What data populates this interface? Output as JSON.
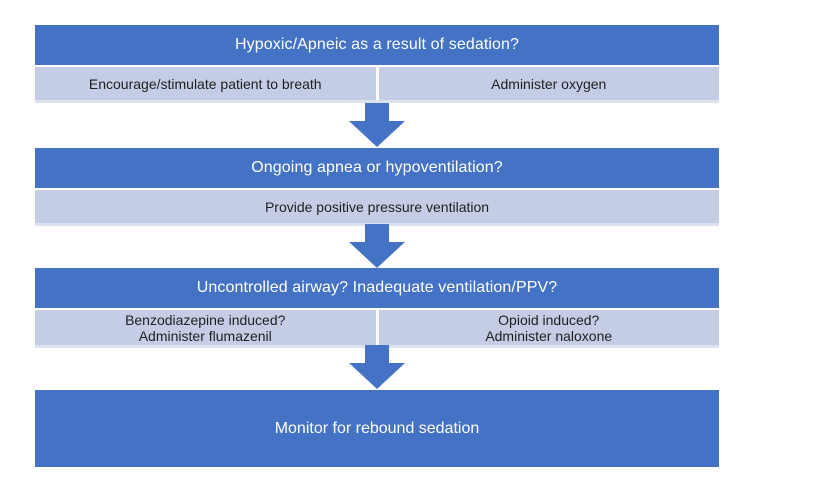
{
  "colors": {
    "primary_blue": "#4472C4",
    "light_blue": "#C5CDE6",
    "cell_shadow": "#dde2f1",
    "header_text": "#ffffff",
    "cell_text": "#1f1f1f",
    "background": "#ffffff"
  },
  "flow": {
    "steps": [
      {
        "type": "question-actions",
        "question": "Hypoxic/Apneic as a result of sedation?",
        "actions": [
          {
            "lines": [
              "Encourage/stimulate patient to breath"
            ]
          },
          {
            "lines": [
              "Administer oxygen"
            ]
          }
        ]
      },
      {
        "type": "question-actions",
        "question": "Ongoing apnea or hypoventilation?",
        "actions": [
          {
            "lines": [
              "Provide positive pressure ventilation"
            ]
          }
        ]
      },
      {
        "type": "question-actions",
        "question": "Uncontrolled airway? Inadequate ventilation/PPV?",
        "actions": [
          {
            "lines": [
              "Benzodiazepine induced?",
              "Administer flumazenil"
            ]
          },
          {
            "lines": [
              "Opioid induced?",
              "Administer naloxone"
            ]
          }
        ]
      },
      {
        "type": "terminal",
        "label": "Monitor for rebound sedation"
      }
    ],
    "arrow_icon": "down-arrow"
  }
}
